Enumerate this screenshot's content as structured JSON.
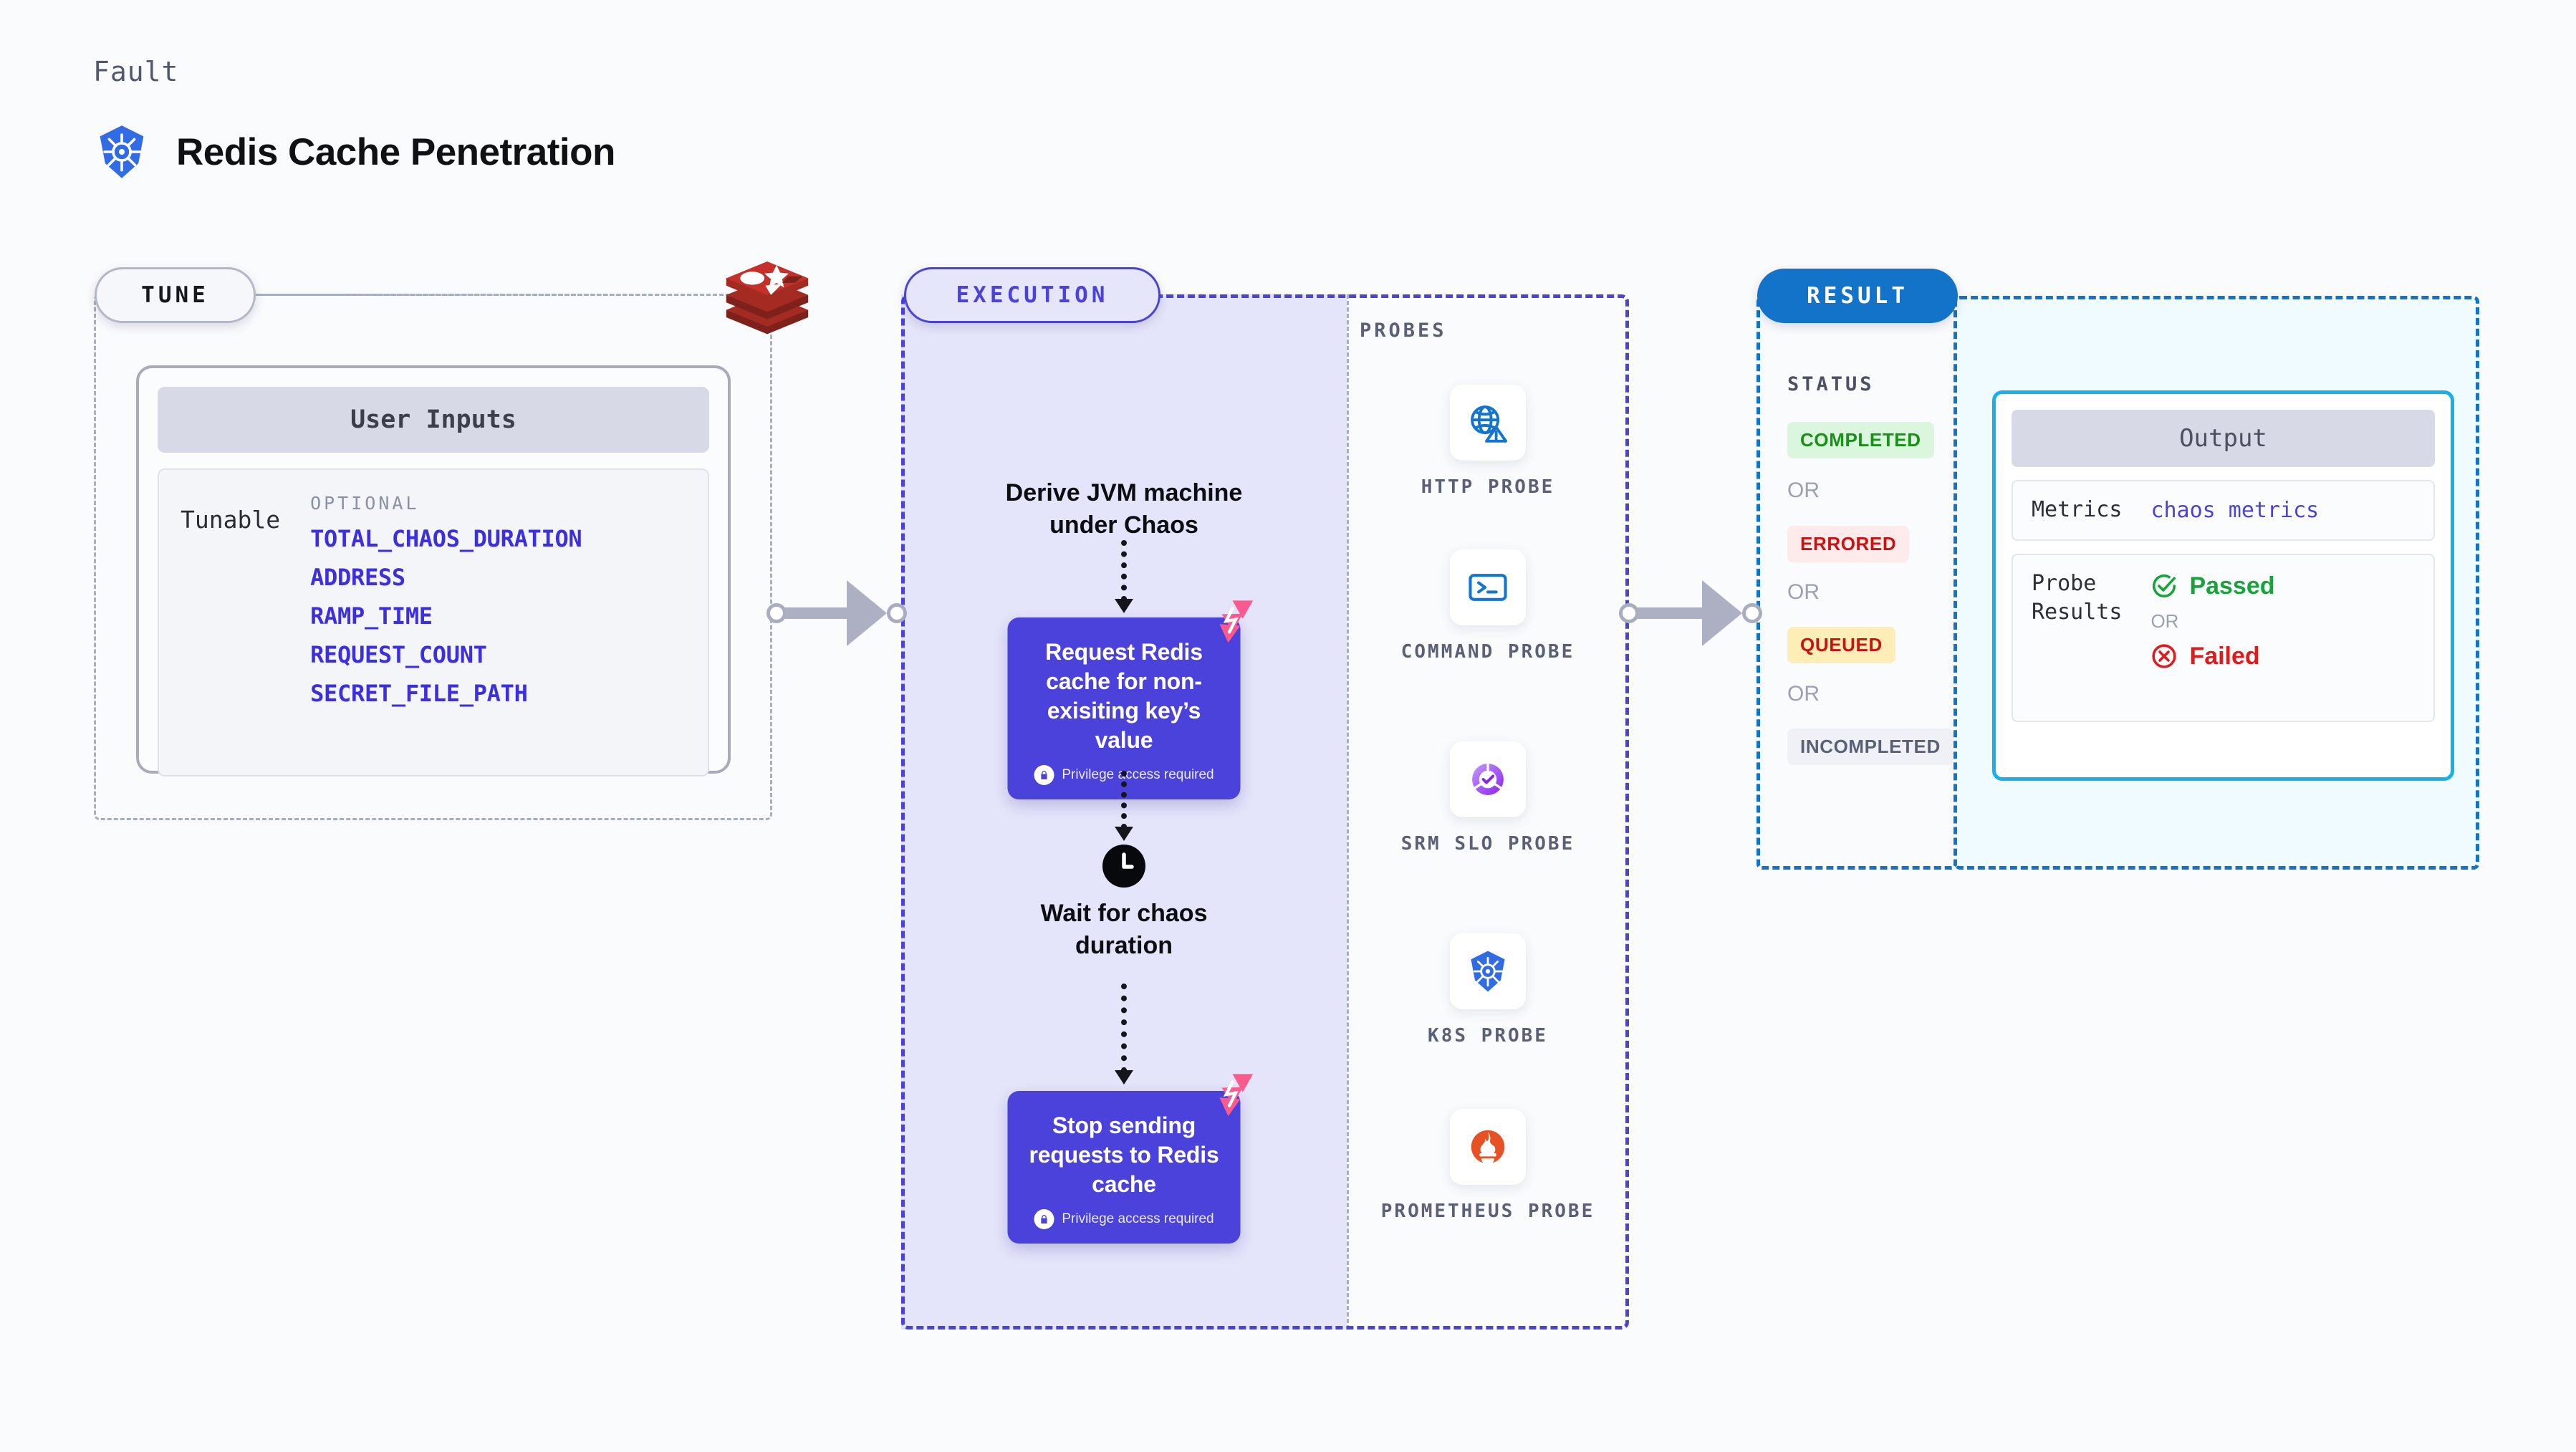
{
  "header": {
    "kicker": "Fault",
    "title": "Redis Cache Penetration",
    "logo_icon": "kubernetes-icon"
  },
  "tune": {
    "pill_label": "TUNE",
    "brand_icon": "redis-logo",
    "card": {
      "header": "User Inputs",
      "left_label": "Tunable",
      "optional_label": "OPTIONAL",
      "tunables": [
        "TOTAL_CHAOS_DURATION",
        "ADDRESS",
        "RAMP_TIME",
        "REQUEST_COUNT",
        "SECRET_FILE_PATH"
      ]
    }
  },
  "execution": {
    "pill_label": "EXECUTION",
    "steps": [
      {
        "type": "text",
        "label": "Derive JVM machine\nunder Chaos"
      },
      {
        "type": "action",
        "title": "Request Redis cache for non-exisiting key’s value",
        "sub": "Privilege access required",
        "icon": "lock-icon",
        "badge_icon": "litmus-badge-icon"
      },
      {
        "type": "wait",
        "label": "Wait for chaos\nduration",
        "icon": "clock-icon"
      },
      {
        "type": "action",
        "title": "Stop sending requests to Redis cache",
        "sub": "Privilege access required",
        "icon": "lock-icon",
        "badge_icon": "litmus-badge-icon"
      }
    ]
  },
  "probes": {
    "label": "PROBES",
    "items": [
      {
        "name": "HTTP PROBE",
        "icon": "globe-warning-icon"
      },
      {
        "name": "COMMAND PROBE",
        "icon": "terminal-icon"
      },
      {
        "name": "SRM SLO PROBE",
        "icon": "srm-slo-icon"
      },
      {
        "name": "K8S PROBE",
        "icon": "kubernetes-icon"
      },
      {
        "name": "PROMETHEUS PROBE",
        "icon": "prometheus-icon"
      }
    ]
  },
  "result": {
    "pill_label": "RESULT",
    "status_label": "STATUS",
    "or_label": "OR",
    "statuses": [
      {
        "label": "COMPLETED",
        "bg": "#daf6dc",
        "fg": "#1a8f1a"
      },
      {
        "label": "ERRORED",
        "bg": "#fdeaea",
        "fg": "#cc1111"
      },
      {
        "label": "QUEUED",
        "bg": "#fdeeb8",
        "fg": "#cc1111"
      },
      {
        "label": "INCOMPLETED",
        "bg": "#f0f1f6",
        "fg": "#5b6076"
      }
    ],
    "output": {
      "header": "Output",
      "metrics_key": "Metrics",
      "metrics_value": "chaos metrics",
      "probe_results_key": "Probe\nResults",
      "passed_label": "Passed",
      "failed_label": "Failed",
      "or_label": "OR",
      "passed_icon": "check-circle-icon",
      "failed_icon": "x-circle-icon"
    }
  },
  "connectors": {
    "tune_to_execution": "arrow-right",
    "probes_to_result": "arrow-right"
  },
  "colors": {
    "accent_purple": "#4a42db",
    "accent_blue": "#1273c8",
    "cyan": "#19b0e8",
    "redis_red": "#c6302b",
    "pink_badge": "#fb5a8f",
    "canvas_bg": "#fafbfd"
  }
}
